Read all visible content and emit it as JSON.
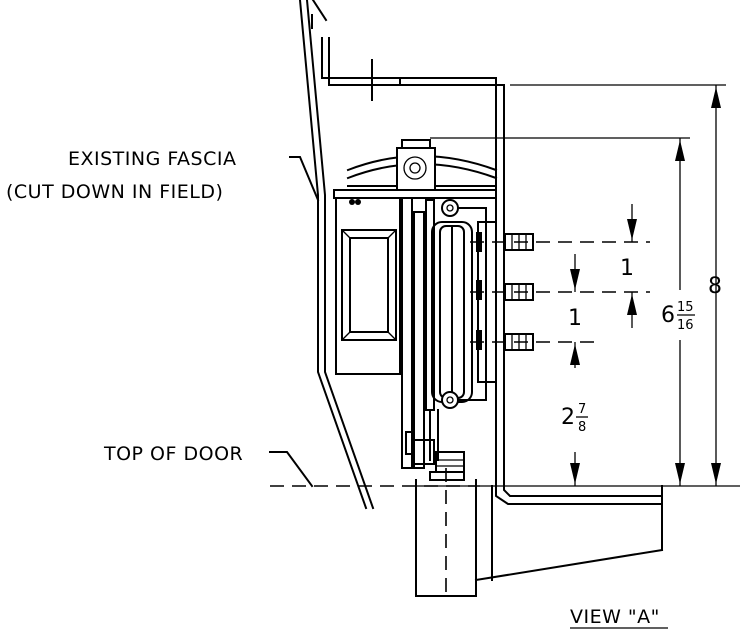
{
  "labels": {
    "existing_fascia_line1": "EXISTING FASCIA",
    "existing_fascia_line2": "(CUT DOWN IN FIELD)",
    "top_of_door": "TOP OF DOOR",
    "view_title": "VIEW \"A\""
  },
  "dimensions": {
    "overall_height": "8",
    "height_whole": "6",
    "height_frac_num": "15",
    "height_frac_den": "16",
    "spacing_1": "1",
    "spacing_2": "1",
    "bottom_whole": "2",
    "bottom_frac_num": "7",
    "bottom_frac_den": "8"
  }
}
